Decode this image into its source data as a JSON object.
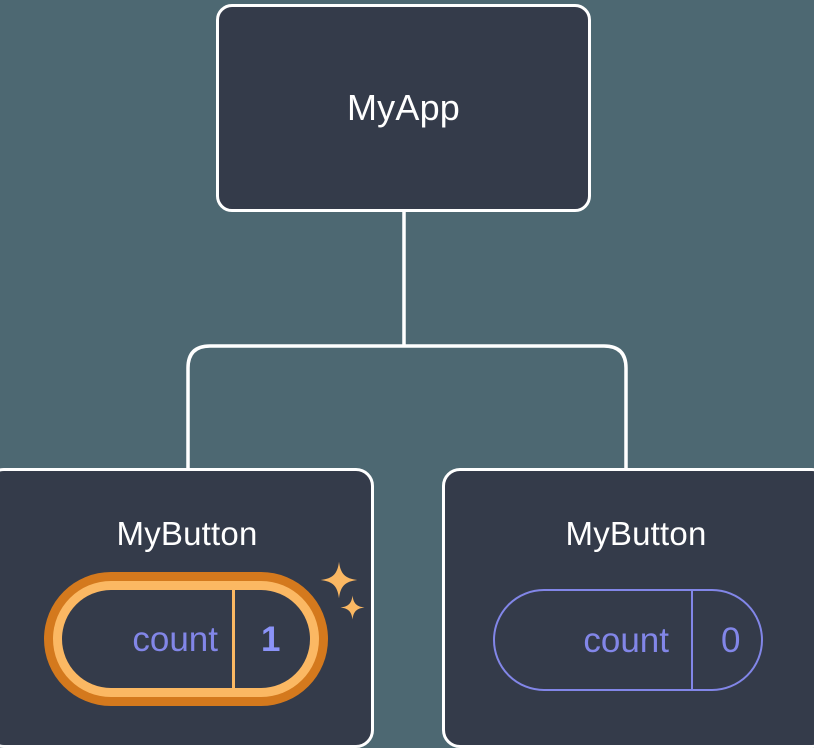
{
  "diagram": {
    "type": "component-tree",
    "background_color": "#4d6872",
    "node_fill": "#343b4a",
    "node_border_color": "#ffffff",
    "edge_color": "#ffffff",
    "accent_highlight_outer": "#d4791d",
    "accent_highlight_inner": "#fbb863",
    "state_text_color": "#8286e8",
    "title_color": "#ffffff"
  },
  "root": {
    "title": "MyApp"
  },
  "children": [
    {
      "title": "MyButton",
      "state": {
        "key": "count",
        "value": "1"
      },
      "highlighted": true,
      "sparkles": [
        "sparkle-large",
        "sparkle-small"
      ]
    },
    {
      "title": "MyButton",
      "state": {
        "key": "count",
        "value": "0"
      },
      "highlighted": false
    }
  ]
}
